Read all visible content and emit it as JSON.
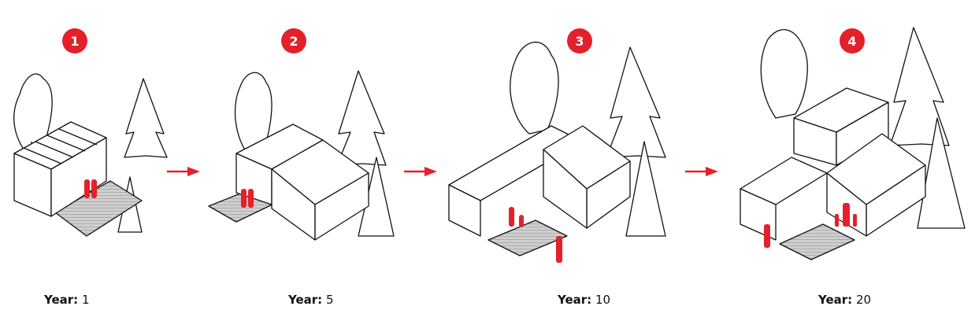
{
  "accent_color": "#e4202a",
  "stages": [
    {
      "number": "1",
      "label_key": "Year:",
      "label_value": "1"
    },
    {
      "number": "2",
      "label_key": "Year:",
      "label_value": "5"
    },
    {
      "number": "3",
      "label_key": "Year:",
      "label_value": "10"
    },
    {
      "number": "4",
      "label_key": "Year:",
      "label_value": "20"
    }
  ],
  "arrows": [
    "arrow-right-icon",
    "arrow-right-icon",
    "arrow-right-icon"
  ]
}
